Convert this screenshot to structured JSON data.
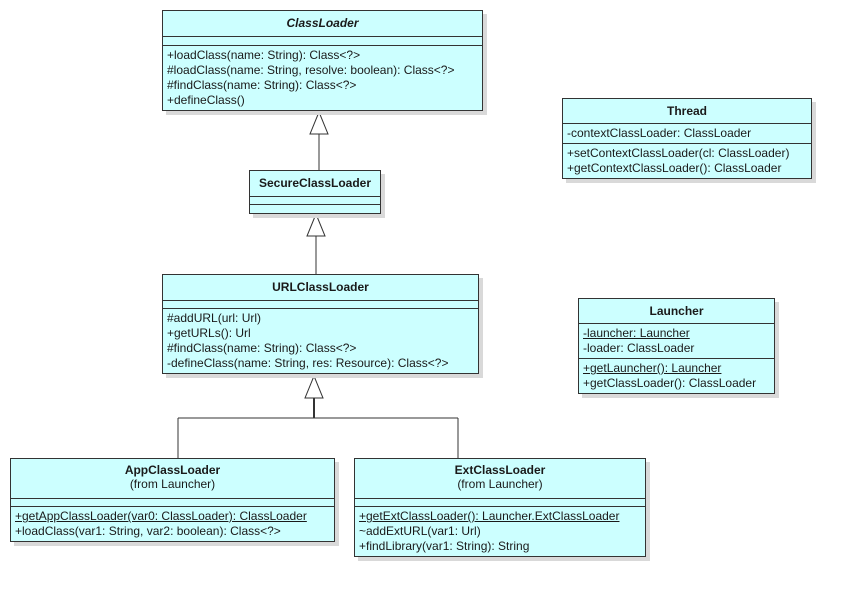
{
  "diagram": {
    "classes": {
      "classloader": {
        "name": "ClassLoader",
        "attributes": [],
        "methods": [
          "+loadClass(name: String): Class<?>",
          "#loadClass(name: String, resolve: boolean): Class<?>",
          "#findClass(name: String): Class<?>",
          "+defineClass()"
        ]
      },
      "secure_classloader": {
        "name": "SecureClassLoader",
        "attributes": [],
        "methods": []
      },
      "url_classloader": {
        "name": "URLClassLoader",
        "attributes": [],
        "methods": [
          "#addURL(url: Url)",
          "+getURLs(): Url",
          "#findClass(name: String): Class<?>",
          "-defineClass(name: String, res: Resource): Class<?>"
        ]
      },
      "app_classloader": {
        "name": "AppClassLoader",
        "origin": "(from Launcher)",
        "attributes": [],
        "methods": [
          "+getAppClassLoader(var0: ClassLoader): ClassLoader",
          "+loadClass(var1: String, var2: boolean): Class<?>"
        ]
      },
      "ext_classloader": {
        "name": "ExtClassLoader",
        "origin": "(from Launcher)",
        "attributes": [],
        "methods": [
          "+getExtClassLoader(): Launcher.ExtClassLoader",
          "~addExtURL(var1: Url)",
          "+findLibrary(var1: String): String"
        ]
      },
      "thread": {
        "name": "Thread",
        "attributes": [
          "-contextClassLoader: ClassLoader"
        ],
        "methods": [
          "+setContextClassLoader(cl: ClassLoader)",
          "+getContextClassLoader(): ClassLoader"
        ]
      },
      "launcher": {
        "name": "Launcher",
        "attributes": [
          "-launcher: Launcher",
          "-loader: ClassLoader"
        ],
        "methods": [
          "+getLauncher(): Launcher",
          "+getClassLoader(): ClassLoader"
        ]
      }
    },
    "relations": [
      {
        "type": "generalization",
        "from": "SecureClassLoader",
        "to": "ClassLoader"
      },
      {
        "type": "generalization",
        "from": "URLClassLoader",
        "to": "SecureClassLoader"
      },
      {
        "type": "generalization",
        "from": "AppClassLoader",
        "to": "URLClassLoader"
      },
      {
        "type": "generalization",
        "from": "ExtClassLoader",
        "to": "URLClassLoader"
      }
    ],
    "colors": {
      "class_fill": "#ccffff",
      "border": "#333333",
      "shadow": "#d9d9d9",
      "line": "#333333"
    }
  }
}
